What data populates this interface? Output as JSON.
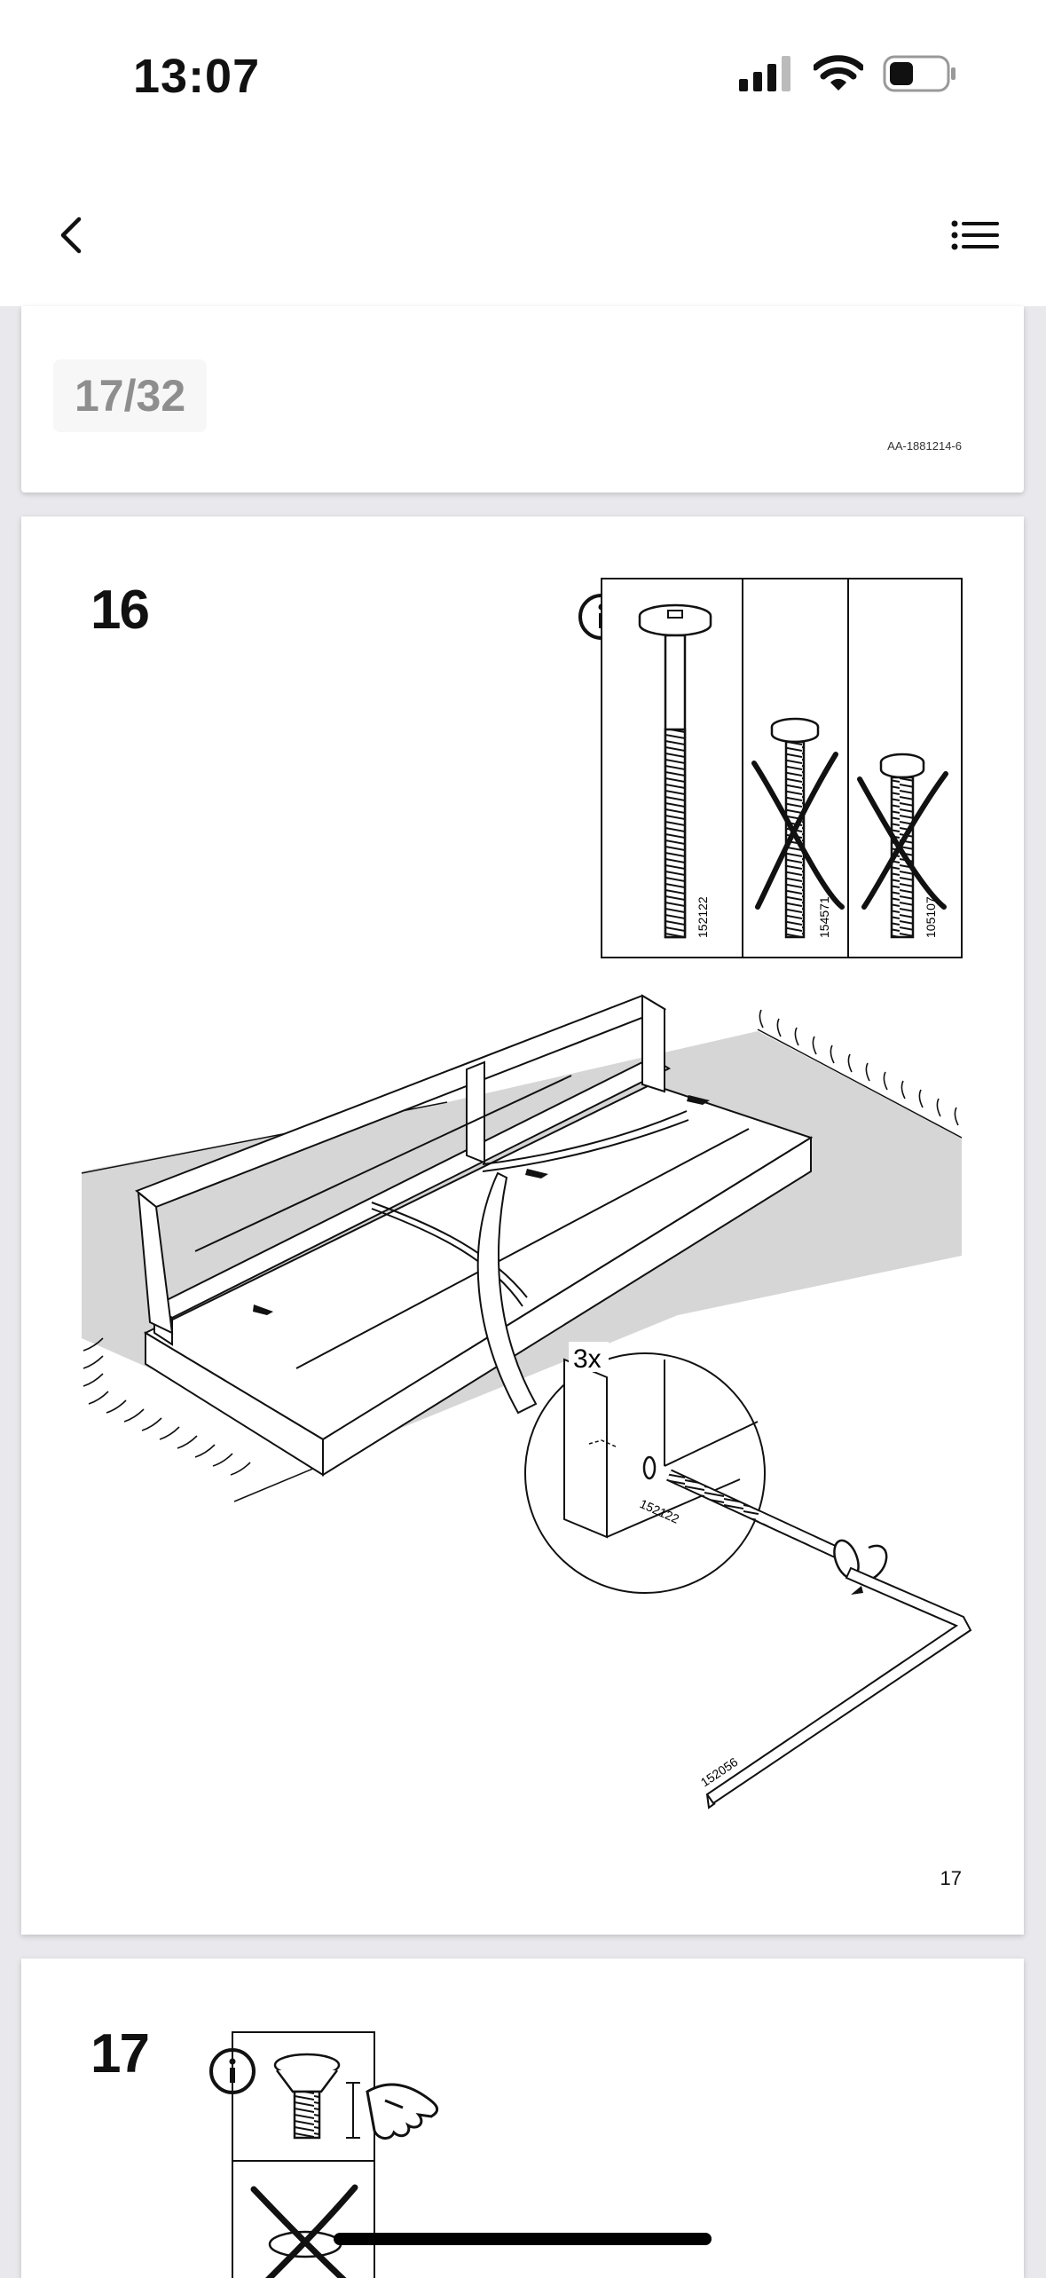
{
  "status_bar": {
    "time": "13:07"
  },
  "icons": {
    "back": "chevron-left-icon",
    "menu": "list-icon",
    "info": "info-icon",
    "signal": "cellular-signal-icon",
    "wifi": "wifi-icon",
    "battery": "battery-icon"
  },
  "prev_page": {
    "counter": "17/32",
    "article_id": "AA-1881214-6"
  },
  "current_page": {
    "step": "16",
    "screws": [
      {
        "part": "152122",
        "allowed": true
      },
      {
        "part": "154571",
        "allowed": false
      },
      {
        "part": "105107",
        "allowed": false
      }
    ],
    "quantity": "3x",
    "bolt_part": "152122",
    "key_part": "152056",
    "page_number": "17"
  },
  "next_page": {
    "step": "17"
  },
  "colors": {
    "background": "#e9e9ed",
    "page": "#ffffff",
    "rug": "#d6d6d6",
    "counter_text": "#8e8e8e"
  }
}
